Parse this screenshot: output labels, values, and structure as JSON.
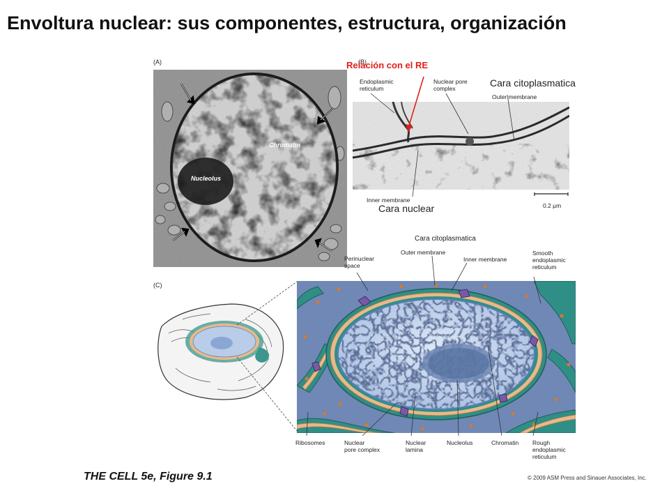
{
  "title": "Envoltura nuclear: sus componentes, estructura, organización",
  "panels": {
    "a": {
      "letter": "(A)",
      "nucleolus_label": "Nucleolus",
      "chromatin_label": "Chromatin"
    },
    "b": {
      "letter": "(B)",
      "er_label": "Endoplasmic\nreticulum",
      "pore_label": "Nuclear pore\ncomplex",
      "outer_label": "Outer membrane",
      "inner_label": "Inner membrane",
      "scale_label": "0.2 μm"
    },
    "c": {
      "letter": "(C)",
      "perinuclear_label": "Perinuclear\nspace",
      "outer_label": "Outer membrane",
      "inner_label": "Inner membrane",
      "smooth_er_label": "Smooth\nendoplasmic\nreticulum",
      "ribosomes_label": "Ribosomes",
      "npc_label": "Nuclear\npore complex",
      "lamina_label": "Nuclear\nlamina",
      "nucleolus_label": "Nucleolus",
      "chromatin_label": "Chromatin",
      "rough_er_label": "Rough\nendoplasmic\nreticulum"
    }
  },
  "annotations": {
    "relacion": "Relación con el RE",
    "cara_cito_1": "Cara citoplasmatica",
    "cara_nuclear": "Cara nuclear",
    "cara_cito_2": "Cara citoplasmatica"
  },
  "caption": "THE CELL 5e, Figure 9.1",
  "copyright": "© 2009 ASM Press and Sinauer Associates, Inc.",
  "colors": {
    "annotation_red": "#e0201b",
    "nucleus_blue": "#b9cde8",
    "er_teal": "#2f8f86",
    "membrane_tan": "#e8b98a",
    "pore_purple": "#7a5aa6",
    "ribosome_orange": "#d9782a"
  }
}
